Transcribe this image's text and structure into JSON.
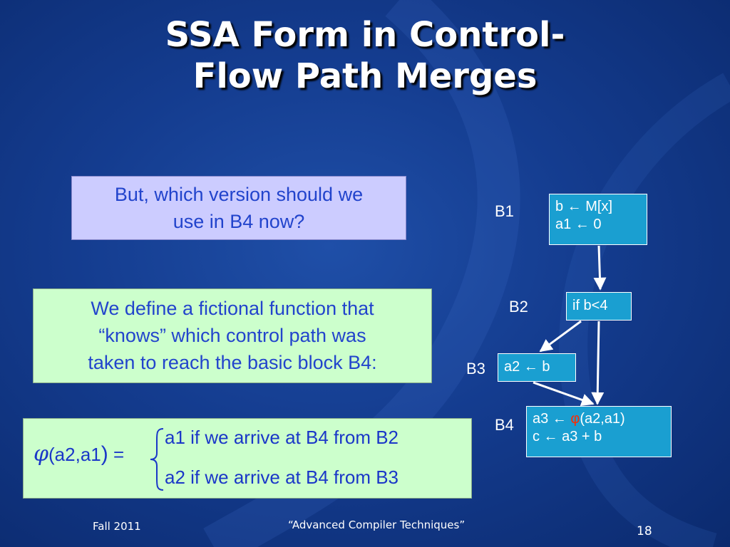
{
  "slide": {
    "title_line1": "SSA Form in Control-",
    "title_line2": "Flow Path Merges",
    "question": {
      "line1": "But,  which version should we",
      "line2": "use in B4 now?"
    },
    "definition": {
      "line1": "We define a fictional function that",
      "line2": "“knows” which control path was",
      "line3": "taken to reach the basic block B4:"
    },
    "formula": {
      "phi": "φ",
      "args": "(a2,a1",
      "close": ")",
      "equals": " =",
      "case1": "a1 if  we arrive at B4 from B2",
      "case2": "a2 if  we arrive at B4 from B3"
    },
    "cfg": {
      "b1": {
        "label": "B1",
        "line1": "b ← M[x]",
        "line2": "a1 ← 0"
      },
      "b2": {
        "label": "B2",
        "line1": "if b<4"
      },
      "b3": {
        "label": "B3",
        "line1": "a2 ← b"
      },
      "b4": {
        "label": "B4",
        "line1_pre": "a3 ← ",
        "line1_phi": "φ",
        "line1_post": "(a2,a1)",
        "line2": "c ← a3 + b"
      }
    },
    "footer": {
      "left": "Fall 2011",
      "center": "“Advanced Compiler Techniques”",
      "page_number": "18"
    },
    "colors": {
      "block_fill": "#1a9fd1",
      "question_fill": "#ccccff",
      "definition_fill": "#ccffcc",
      "body_text": "#2244cc",
      "phi_accent": "#ff2a00"
    }
  }
}
